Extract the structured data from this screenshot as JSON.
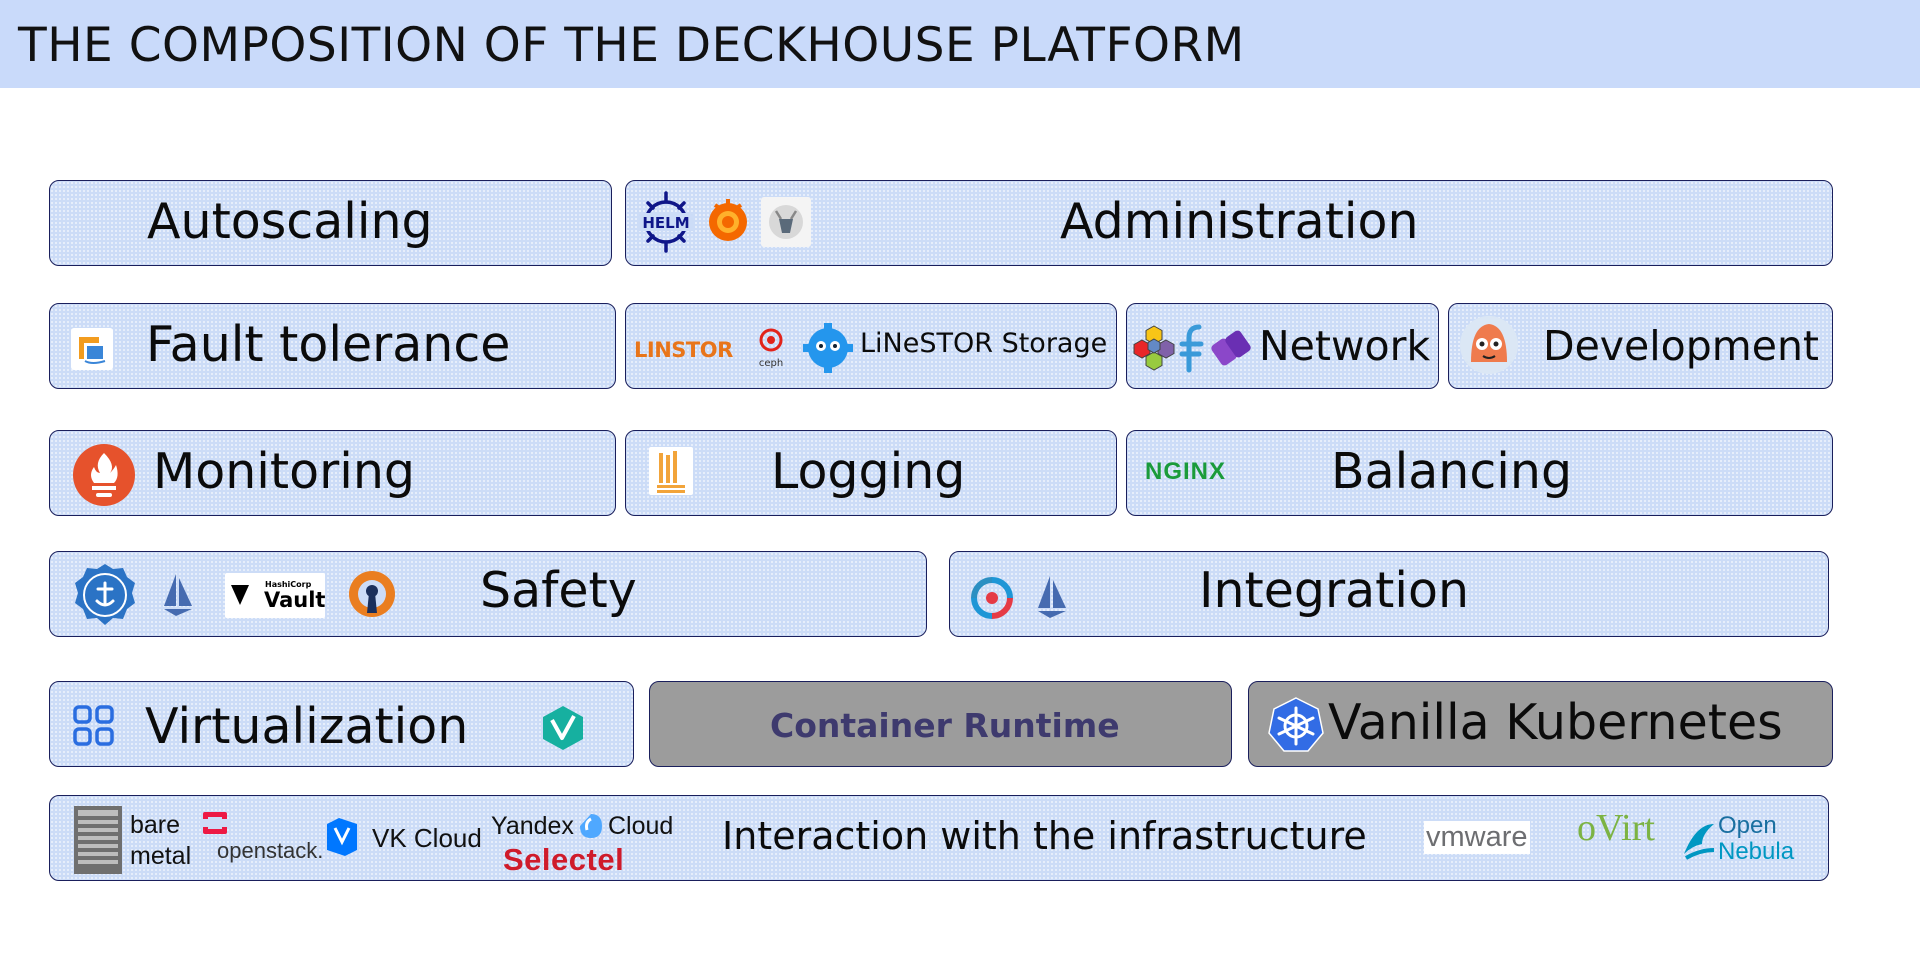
{
  "title": "THE COMPOSITION OF THE DECKHOUSE PLATFORM",
  "blocks": {
    "autoscaling": "Autoscaling",
    "administration": "Administration",
    "fault_tolerance": "Fault tolerance",
    "storage": "LiNeSTOR Storage",
    "network": "Network",
    "development": "Development",
    "monitoring": "Monitoring",
    "logging": "Logging",
    "balancing": "Balancing",
    "safety": "Safety",
    "integration": "Integration",
    "virtualization": "Virtualization",
    "container_runtime": "Container Runtime",
    "vanilla_kubernetes": "Vanilla Kubernetes",
    "infrastructure": "Interaction with the infrastructure"
  },
  "logos": {
    "helm": "HELM",
    "linstor": "LINSTOR",
    "ceph": "ceph",
    "nginx": "NGINX",
    "hashicorp": "HashiCorp",
    "vault": "Vault",
    "bare": "bare",
    "metal": "metal",
    "openstack": "openstack.",
    "vk_cloud": "VK Cloud",
    "yandex": "Yandex",
    "cloud": "Cloud",
    "selectel": "Selectel",
    "vmware": "vmware",
    "ovirt": "oVirt",
    "open": "Open",
    "nebula": "Nebula"
  },
  "colors": {
    "header_bg": "#c9dafa",
    "box_bg": "#ccdcf7",
    "box_border": "#1a1f5c",
    "gray_box": "#9c9c9c",
    "container_runtime_text": "#3e3a6e"
  },
  "icons": [
    "helm-icon",
    "grafana-icon",
    "dex-icon",
    "kubernetes-dashboard-icon",
    "linstor-icon",
    "ceph-icon",
    "storage-robot-icon",
    "cilium-icon",
    "flannel-icon",
    "network-policy-icon",
    "argo-icon",
    "prometheus-icon",
    "loki-icon",
    "nginx-icon",
    "cert-manager-icon",
    "istio-icon",
    "vault-icon",
    "openvpn-icon",
    "integration-icon",
    "virtualization-icon",
    "virtual-machine-icon",
    "kubernetes-icon",
    "bare-metal-icon",
    "openstack-icon",
    "vk-cloud-icon",
    "yandex-cloud-icon",
    "selectel-icon",
    "vmware-icon",
    "ovirt-icon",
    "opennebula-icon"
  ]
}
